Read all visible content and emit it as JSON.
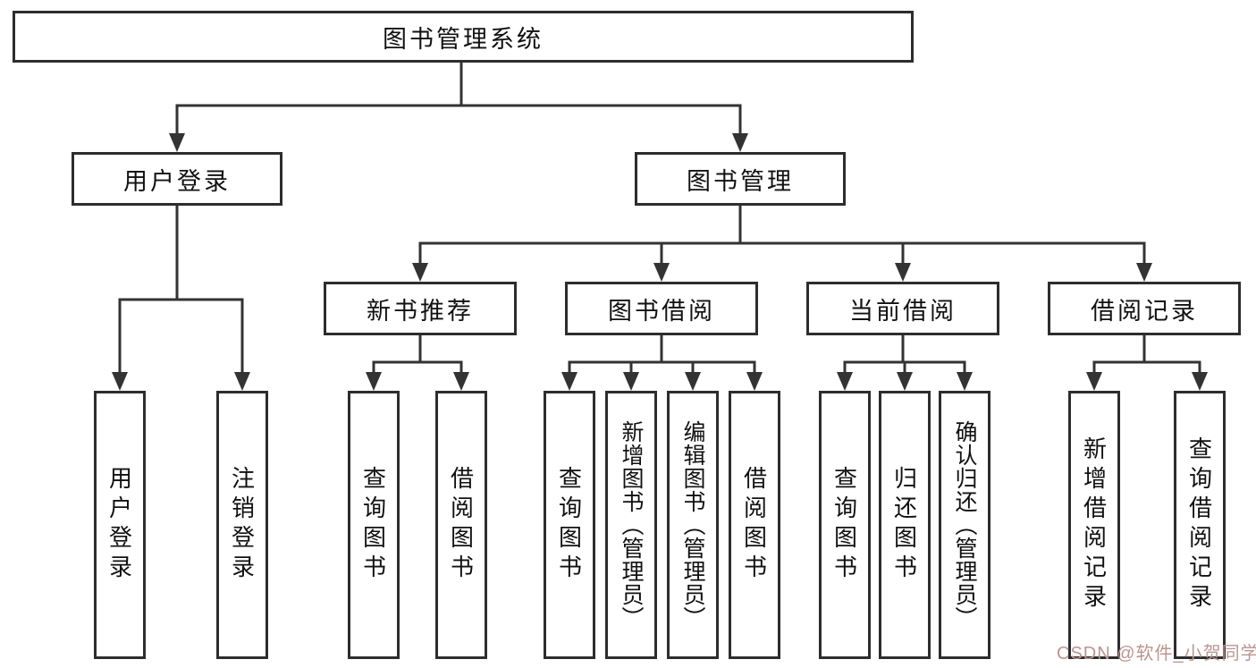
{
  "diagram": {
    "root": "图书管理系统",
    "branches": [
      {
        "label": "用户登录",
        "children": [
          "用户登录",
          "注销登录"
        ]
      },
      {
        "label": "图书管理",
        "groups": [
          {
            "label": "新书推荐",
            "children": [
              "查询图书",
              "借阅图书"
            ]
          },
          {
            "label": "图书借阅",
            "children": [
              "查询图书",
              "新增图书（管理员）",
              "编辑图书（管理员）",
              "借阅图书"
            ]
          },
          {
            "label": "当前借阅",
            "children": [
              "查询图书",
              "归还图书",
              "确认归还（管理员）"
            ]
          },
          {
            "label": "借阅记录",
            "children": [
              "新增借阅记录",
              "查询借阅记录"
            ]
          }
        ]
      }
    ]
  },
  "watermark": "CSDN @软件_小贺同学",
  "colors": {
    "line": "#333333",
    "box_border": "#2d2d2d",
    "text": "#111111",
    "background": "#ffffff",
    "watermark": "#bc9590"
  }
}
